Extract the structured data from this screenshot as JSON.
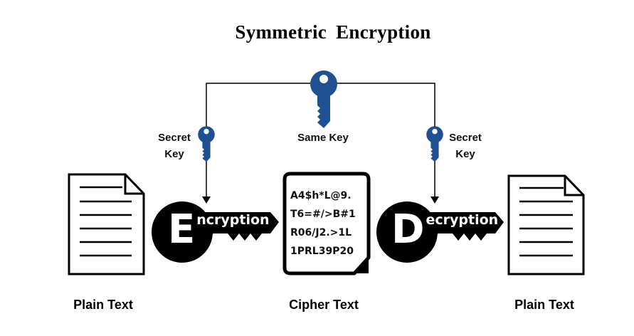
{
  "title": "Symmetric Encryption",
  "shared_key": {
    "label": "Same Key",
    "icon": "key-icon",
    "color": "#1f5192"
  },
  "left_key": {
    "label_line1": "Secret",
    "label_line2": "Key",
    "icon": "key-icon"
  },
  "right_key": {
    "label_line1": "Secret",
    "label_line2": "Key",
    "icon": "key-icon"
  },
  "encryption": {
    "initial": "E",
    "rest": "ncryption"
  },
  "decryption": {
    "initial": "D",
    "rest": "ecryption"
  },
  "cipher_lines": [
    "A4$h*L@9.",
    "T6=#/>B#1",
    "R06/J2.>1L",
    "1PRL39P20"
  ],
  "labels": {
    "plain_left": "Plain Text",
    "cipher": "Cipher Text",
    "plain_right": "Plain Text"
  }
}
